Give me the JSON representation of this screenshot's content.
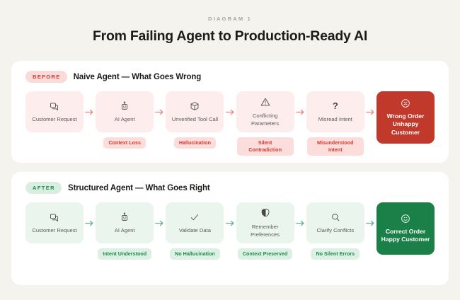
{
  "header": {
    "eyebrow": "DIAGRAM 1",
    "title": "From Failing Agent to Production-Ready AI"
  },
  "colors": {
    "page_bg": "#f5f3ee",
    "panel_bg": "#ffffff",
    "before_accent": "#d6392f",
    "before_node_bg": "#fdeeed",
    "before_result_bg": "#c0392b",
    "after_accent": "#1f8a4c",
    "after_node_bg": "#eaf5ee",
    "after_result_bg": "#1a8048",
    "title_color": "#1c1b19",
    "eyebrow_color": "#a9a49b"
  },
  "before": {
    "tag": "BEFORE",
    "title": "Naive Agent — What Goes Wrong",
    "arrow": "→",
    "nodes": [
      {
        "icon": "chat-bubbles-icon",
        "label": "Customer Request",
        "badge": ""
      },
      {
        "icon": "robot-icon",
        "label": "AI Agent",
        "badge": "Context Loss"
      },
      {
        "icon": "package-box-icon",
        "label": "Unverified Tool Call",
        "badge": "Hallucination"
      },
      {
        "icon": "warning-triangle-icon",
        "label": "Conflicting Parameters",
        "badge": "Silent Contradiction"
      },
      {
        "icon": "question-mark-icon",
        "label": "Misread Intent",
        "badge": "Misunderstood Intent"
      }
    ],
    "result": {
      "icon": "sad-face-icon",
      "label": "Wrong Order Unhappy Customer"
    }
  },
  "after": {
    "tag": "AFTER",
    "title": "Structured Agent — What Goes Right",
    "arrow": "→",
    "nodes": [
      {
        "icon": "chat-bubbles-icon",
        "label": "Customer Request",
        "badge": ""
      },
      {
        "icon": "robot-icon",
        "label": "AI Agent",
        "badge": "Intent Understood"
      },
      {
        "icon": "check-mark-icon",
        "label": "Validate Data",
        "badge": "No Hallucination"
      },
      {
        "icon": "brain-icon",
        "label": "Remember Preferences",
        "badge": "Context Preserved"
      },
      {
        "icon": "magnifier-icon",
        "label": "Clarify Conflicts",
        "badge": "No Silent Errors"
      }
    ],
    "result": {
      "icon": "happy-face-icon",
      "label": "Correct Order Happy Customer"
    }
  }
}
